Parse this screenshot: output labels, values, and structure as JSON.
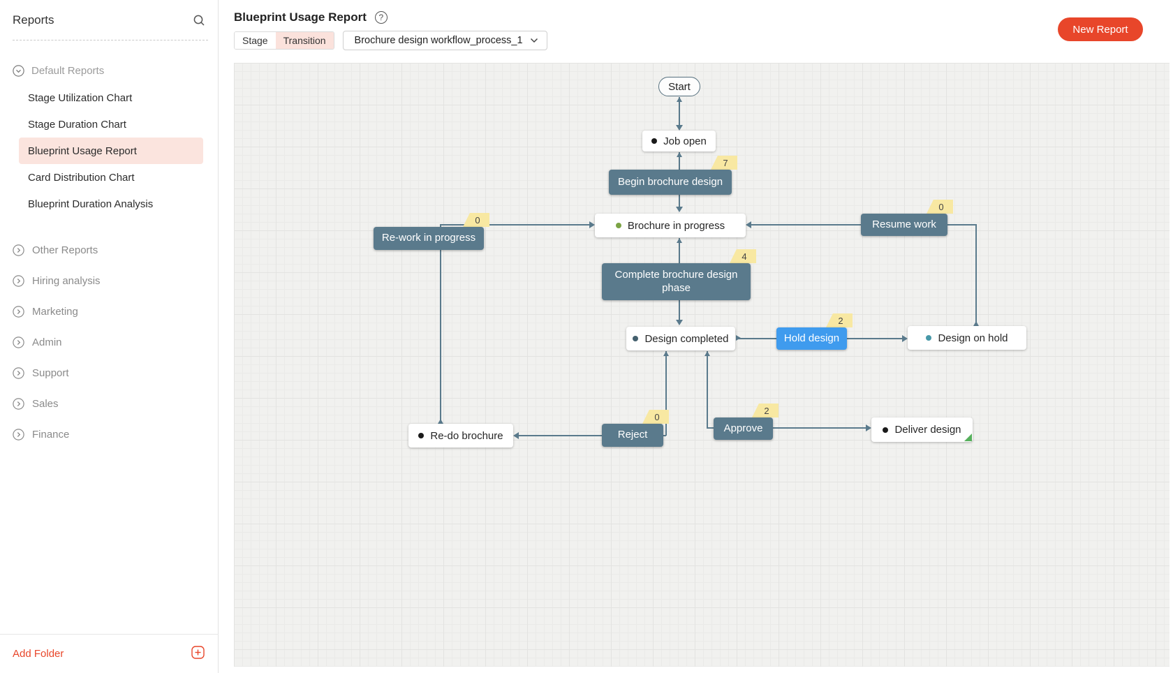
{
  "sidebar": {
    "title": "Reports",
    "default_section_label": "Default Reports",
    "default_reports": [
      "Stage Utilization Chart",
      "Stage Duration Chart",
      "Blueprint Usage Report",
      "Card Distribution Chart",
      "Blueprint Duration Analysis"
    ],
    "selected_report": "Blueprint Usage Report",
    "folders": [
      "Other Reports",
      "Hiring analysis",
      "Marketing",
      "Admin",
      "Support",
      "Sales",
      "Finance"
    ],
    "add_folder_label": "Add Folder"
  },
  "header": {
    "title": "Blueprint Usage Report",
    "help_glyph": "?",
    "tabs": {
      "stage": "Stage",
      "transition": "Transition"
    },
    "active_tab": "Transition",
    "blueprint_selector": "Brochure design workflow_process_1",
    "new_report_label": "New Report"
  },
  "flow": {
    "states": {
      "start": {
        "label": "Start"
      },
      "job_open": {
        "label": "Job open",
        "dot_color": "#1a1a1a"
      },
      "brochure_in_progress": {
        "label": "Brochure in progress",
        "dot_color": "#7ba345"
      },
      "design_completed": {
        "label": "Design completed",
        "dot_color": "#44606e"
      },
      "design_on_hold": {
        "label": "Design on hold",
        "dot_color": "#4798a8"
      },
      "re_do_brochure": {
        "label": "Re-do brochure",
        "dot_color": "#1a1a1a"
      },
      "deliver_design": {
        "label": "Deliver design",
        "dot_color": "#1a1a1a",
        "corner_fold_color": "#56b05c"
      }
    },
    "transitions": {
      "begin_brochure_design": {
        "label": "Begin brochure design",
        "count": "7"
      },
      "re_work_in_progress": {
        "label": "Re-work in progress",
        "count": "0"
      },
      "resume_work": {
        "label": "Resume work",
        "count": "0"
      },
      "complete_brochure_design_phase": {
        "label": "Complete brochure design phase",
        "count": "4"
      },
      "hold_design": {
        "label": "Hold design",
        "count": "2",
        "highlight_color": "#3f9bee"
      },
      "reject": {
        "label": "Reject",
        "count": "0"
      },
      "approve": {
        "label": "Approve",
        "count": "2"
      }
    },
    "edges": [
      {
        "from": "Start",
        "to": "Job open"
      },
      {
        "from": "Job open",
        "via": "Begin brochure design",
        "to": "Brochure in progress"
      },
      {
        "from": "Brochure in progress",
        "via": "Complete brochure design phase",
        "to": "Design completed"
      },
      {
        "from": "Design completed",
        "via": "Reject",
        "to": "Re-do brochure"
      },
      {
        "from": "Design completed",
        "via": "Approve",
        "to": "Deliver design"
      },
      {
        "from": "Design completed",
        "via": "Hold design",
        "to": "Design on hold"
      },
      {
        "from": "Design on hold",
        "via": "Resume work",
        "to": "Brochure in progress"
      },
      {
        "from": "Re-do brochure",
        "via": "Re-work in progress",
        "to": "Brochure in progress"
      }
    ]
  },
  "colors": {
    "accent_red": "#e8462a",
    "selected_pink": "#fbe4de",
    "transition_slate": "#5a7a8c",
    "transition_blue": "#3f9bee",
    "badge_yellow": "#f8e8a2",
    "connector": "#5a7a8c",
    "canvas_bg": "#f1f1ef"
  }
}
